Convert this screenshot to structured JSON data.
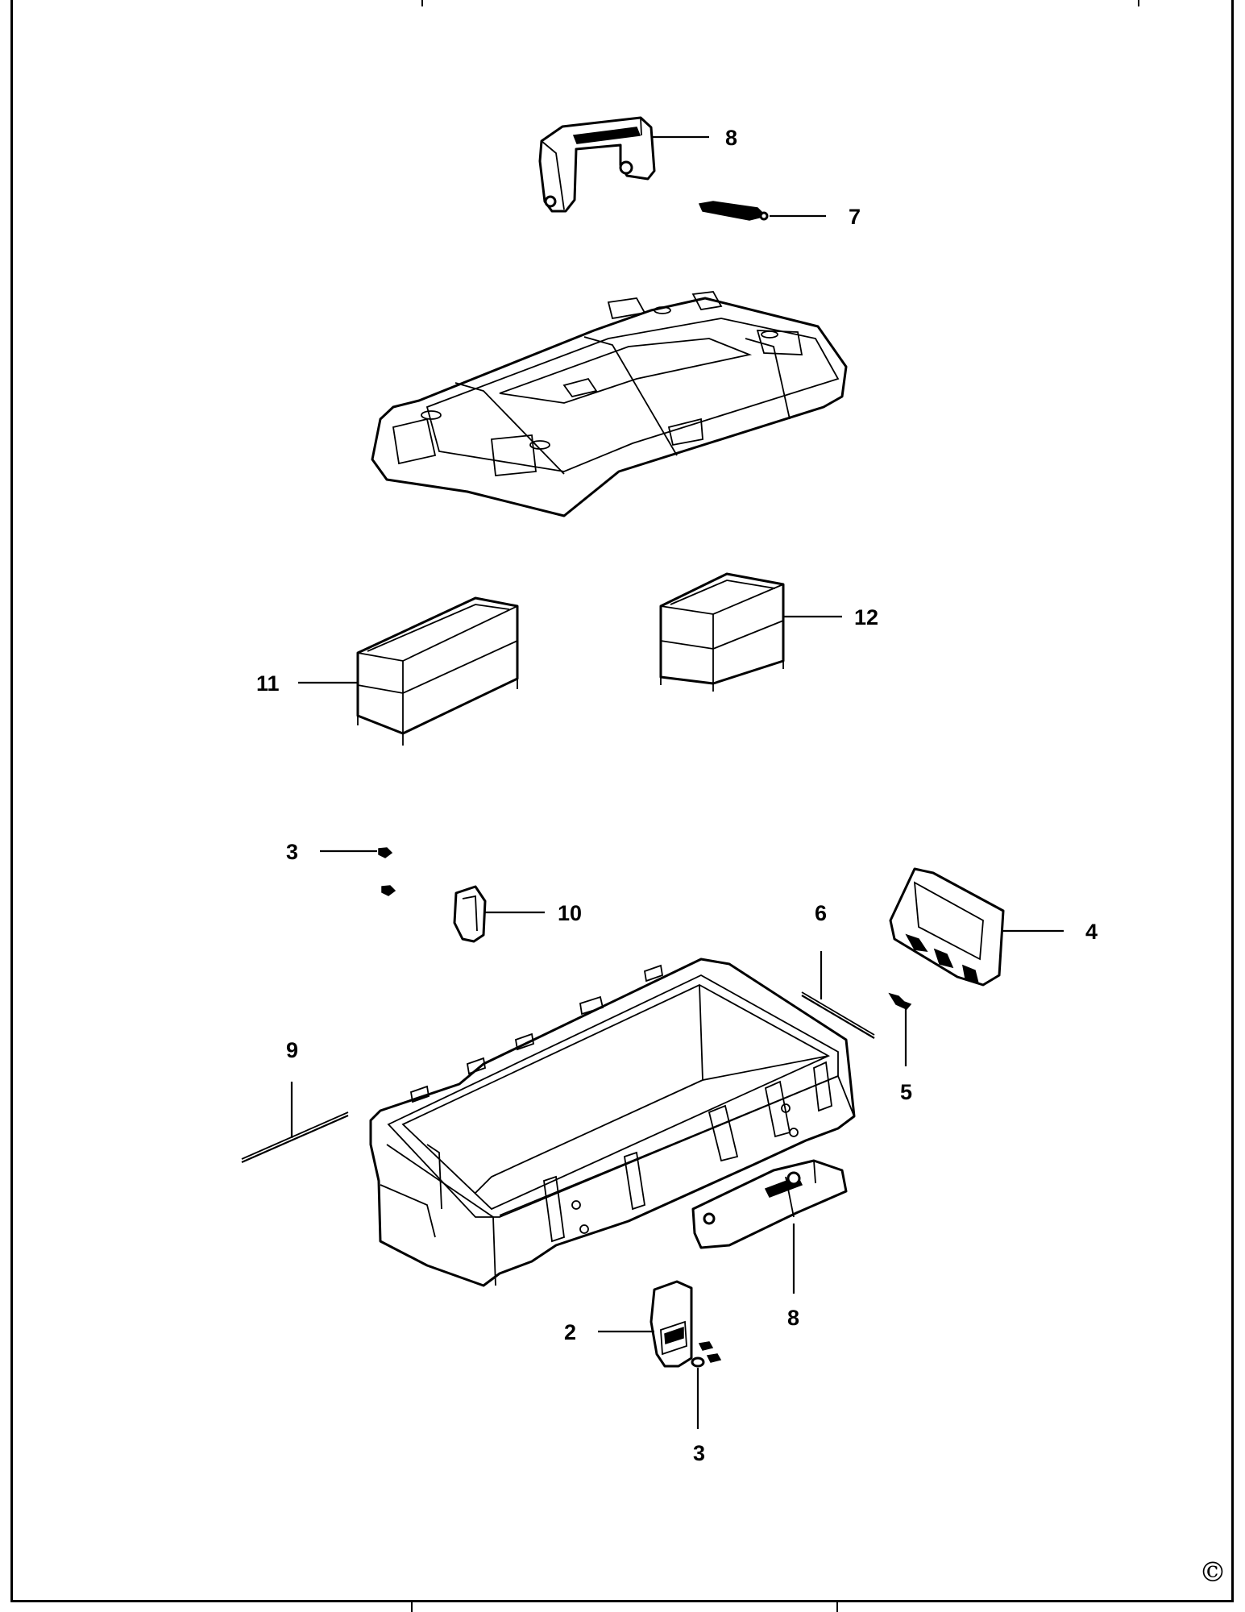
{
  "callouts": [
    {
      "id": "p8-top",
      "label": "8"
    },
    {
      "id": "p7",
      "label": "7"
    },
    {
      "id": "p12",
      "label": "12"
    },
    {
      "id": "p11",
      "label": "11"
    },
    {
      "id": "p3-top",
      "label": "3"
    },
    {
      "id": "p10",
      "label": "10"
    },
    {
      "id": "p6",
      "label": "6"
    },
    {
      "id": "p4",
      "label": "4"
    },
    {
      "id": "p9",
      "label": "9"
    },
    {
      "id": "p5",
      "label": "5"
    },
    {
      "id": "p2",
      "label": "2"
    },
    {
      "id": "p8-bottom",
      "label": "8"
    },
    {
      "id": "p3-bottom",
      "label": "3"
    }
  ],
  "copyright": "©"
}
